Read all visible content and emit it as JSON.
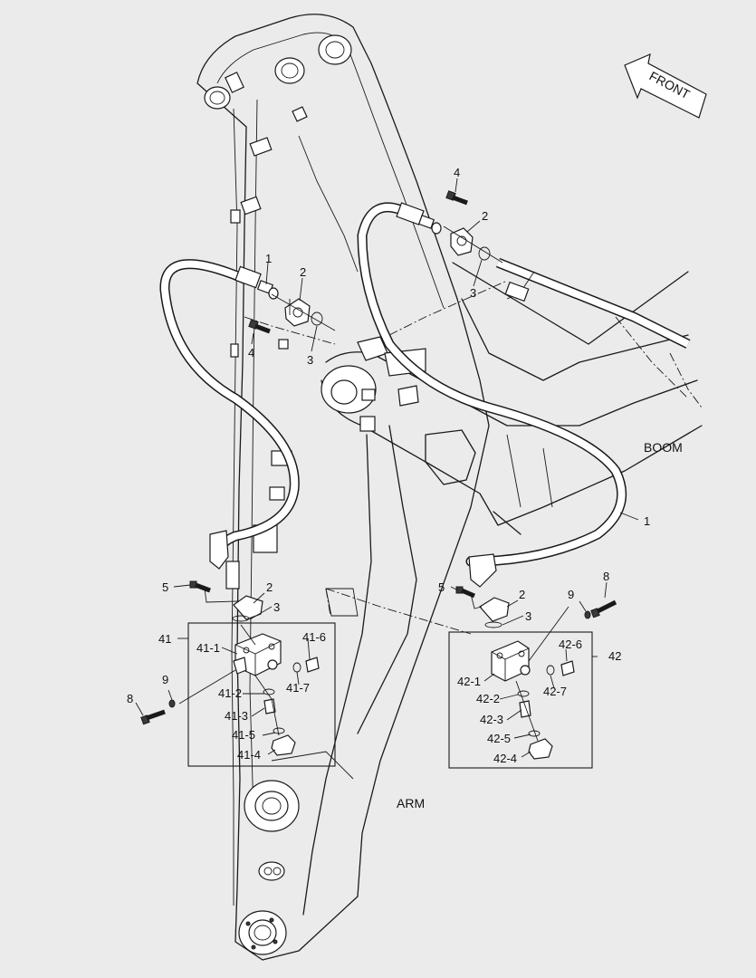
{
  "labels": {
    "front": "FRONT",
    "boom": "BOOM",
    "arm": "ARM",
    "l1a": "1",
    "l1b": "1",
    "l2a": "2",
    "l2b": "2",
    "l2c": "2",
    "l2d": "2",
    "l3a": "3",
    "l3b": "3",
    "l3c": "3",
    "l3d": "3",
    "l4a": "4",
    "l4b": "4",
    "l5a": "5",
    "l5b": "5",
    "l8a": "8",
    "l8b": "8",
    "l9a": "9",
    "l9b": "9",
    "g41": "41",
    "g41_1": "41-1",
    "g41_2": "41-2",
    "g41_3": "41-3",
    "g41_4": "41-4",
    "g41_5": "41-5",
    "g41_6": "41-6",
    "g41_7": "41-7",
    "g42": "42",
    "g42_1": "42-1",
    "g42_2": "42-2",
    "g42_3": "42-3",
    "g42_4": "42-4",
    "g42_5": "42-5",
    "g42_6": "42-6",
    "g42_7": "42-7"
  }
}
